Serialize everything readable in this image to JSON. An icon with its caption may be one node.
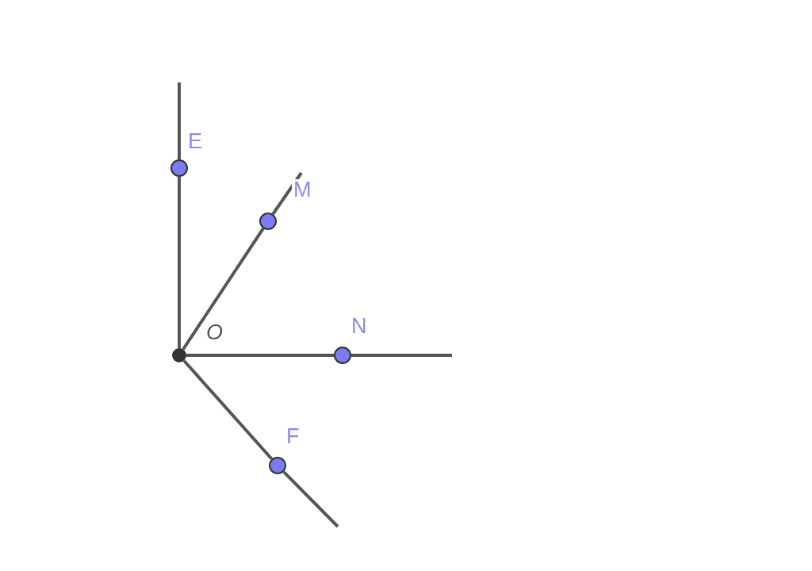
{
  "diagram": {
    "nodes": [
      {
        "text": [],
        "shape": "circle",
        "beside": [
          "O"
        ]
      },
      {
        "text": [],
        "shape": "circle",
        "beside": [
          "E"
        ]
      },
      {
        "text": [],
        "shape": "circle",
        "beside": [
          "M"
        ]
      },
      {
        "text": [],
        "shape": "circle",
        "beside": [
          "N"
        ]
      },
      {
        "text": [],
        "shape": "circle",
        "beside": [
          "F"
        ]
      }
    ],
    "edges": [
      {
        "from": 0,
        "to": 1,
        "arrow": "none"
      },
      {
        "from": 0,
        "to": 2,
        "arrow": "none"
      },
      {
        "from": 0,
        "to": 3,
        "arrow": "none"
      },
      {
        "from": 0,
        "to": 4,
        "arrow": "none"
      }
    ]
  }
}
